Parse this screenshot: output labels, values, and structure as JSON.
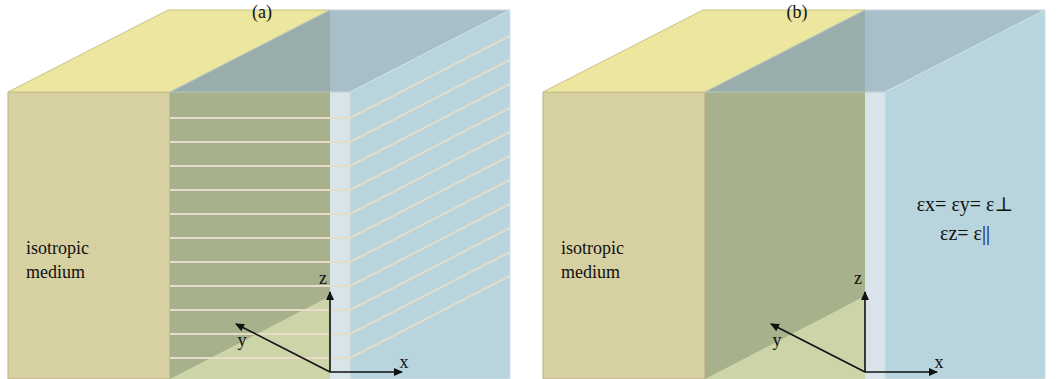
{
  "diagram": {
    "nodes": [
      {
        "text": [
          "isotropic medium"
        ]
      },
      {
        "text": [
          "isotropic medium"
        ]
      },
      {
        "text": [
          "εx= εy= ε⊥",
          "εz= ε||"
        ]
      }
    ],
    "labels": [
      "(a)",
      "(b)",
      "z",
      "y",
      "x",
      "z",
      "y",
      "x"
    ]
  }
}
